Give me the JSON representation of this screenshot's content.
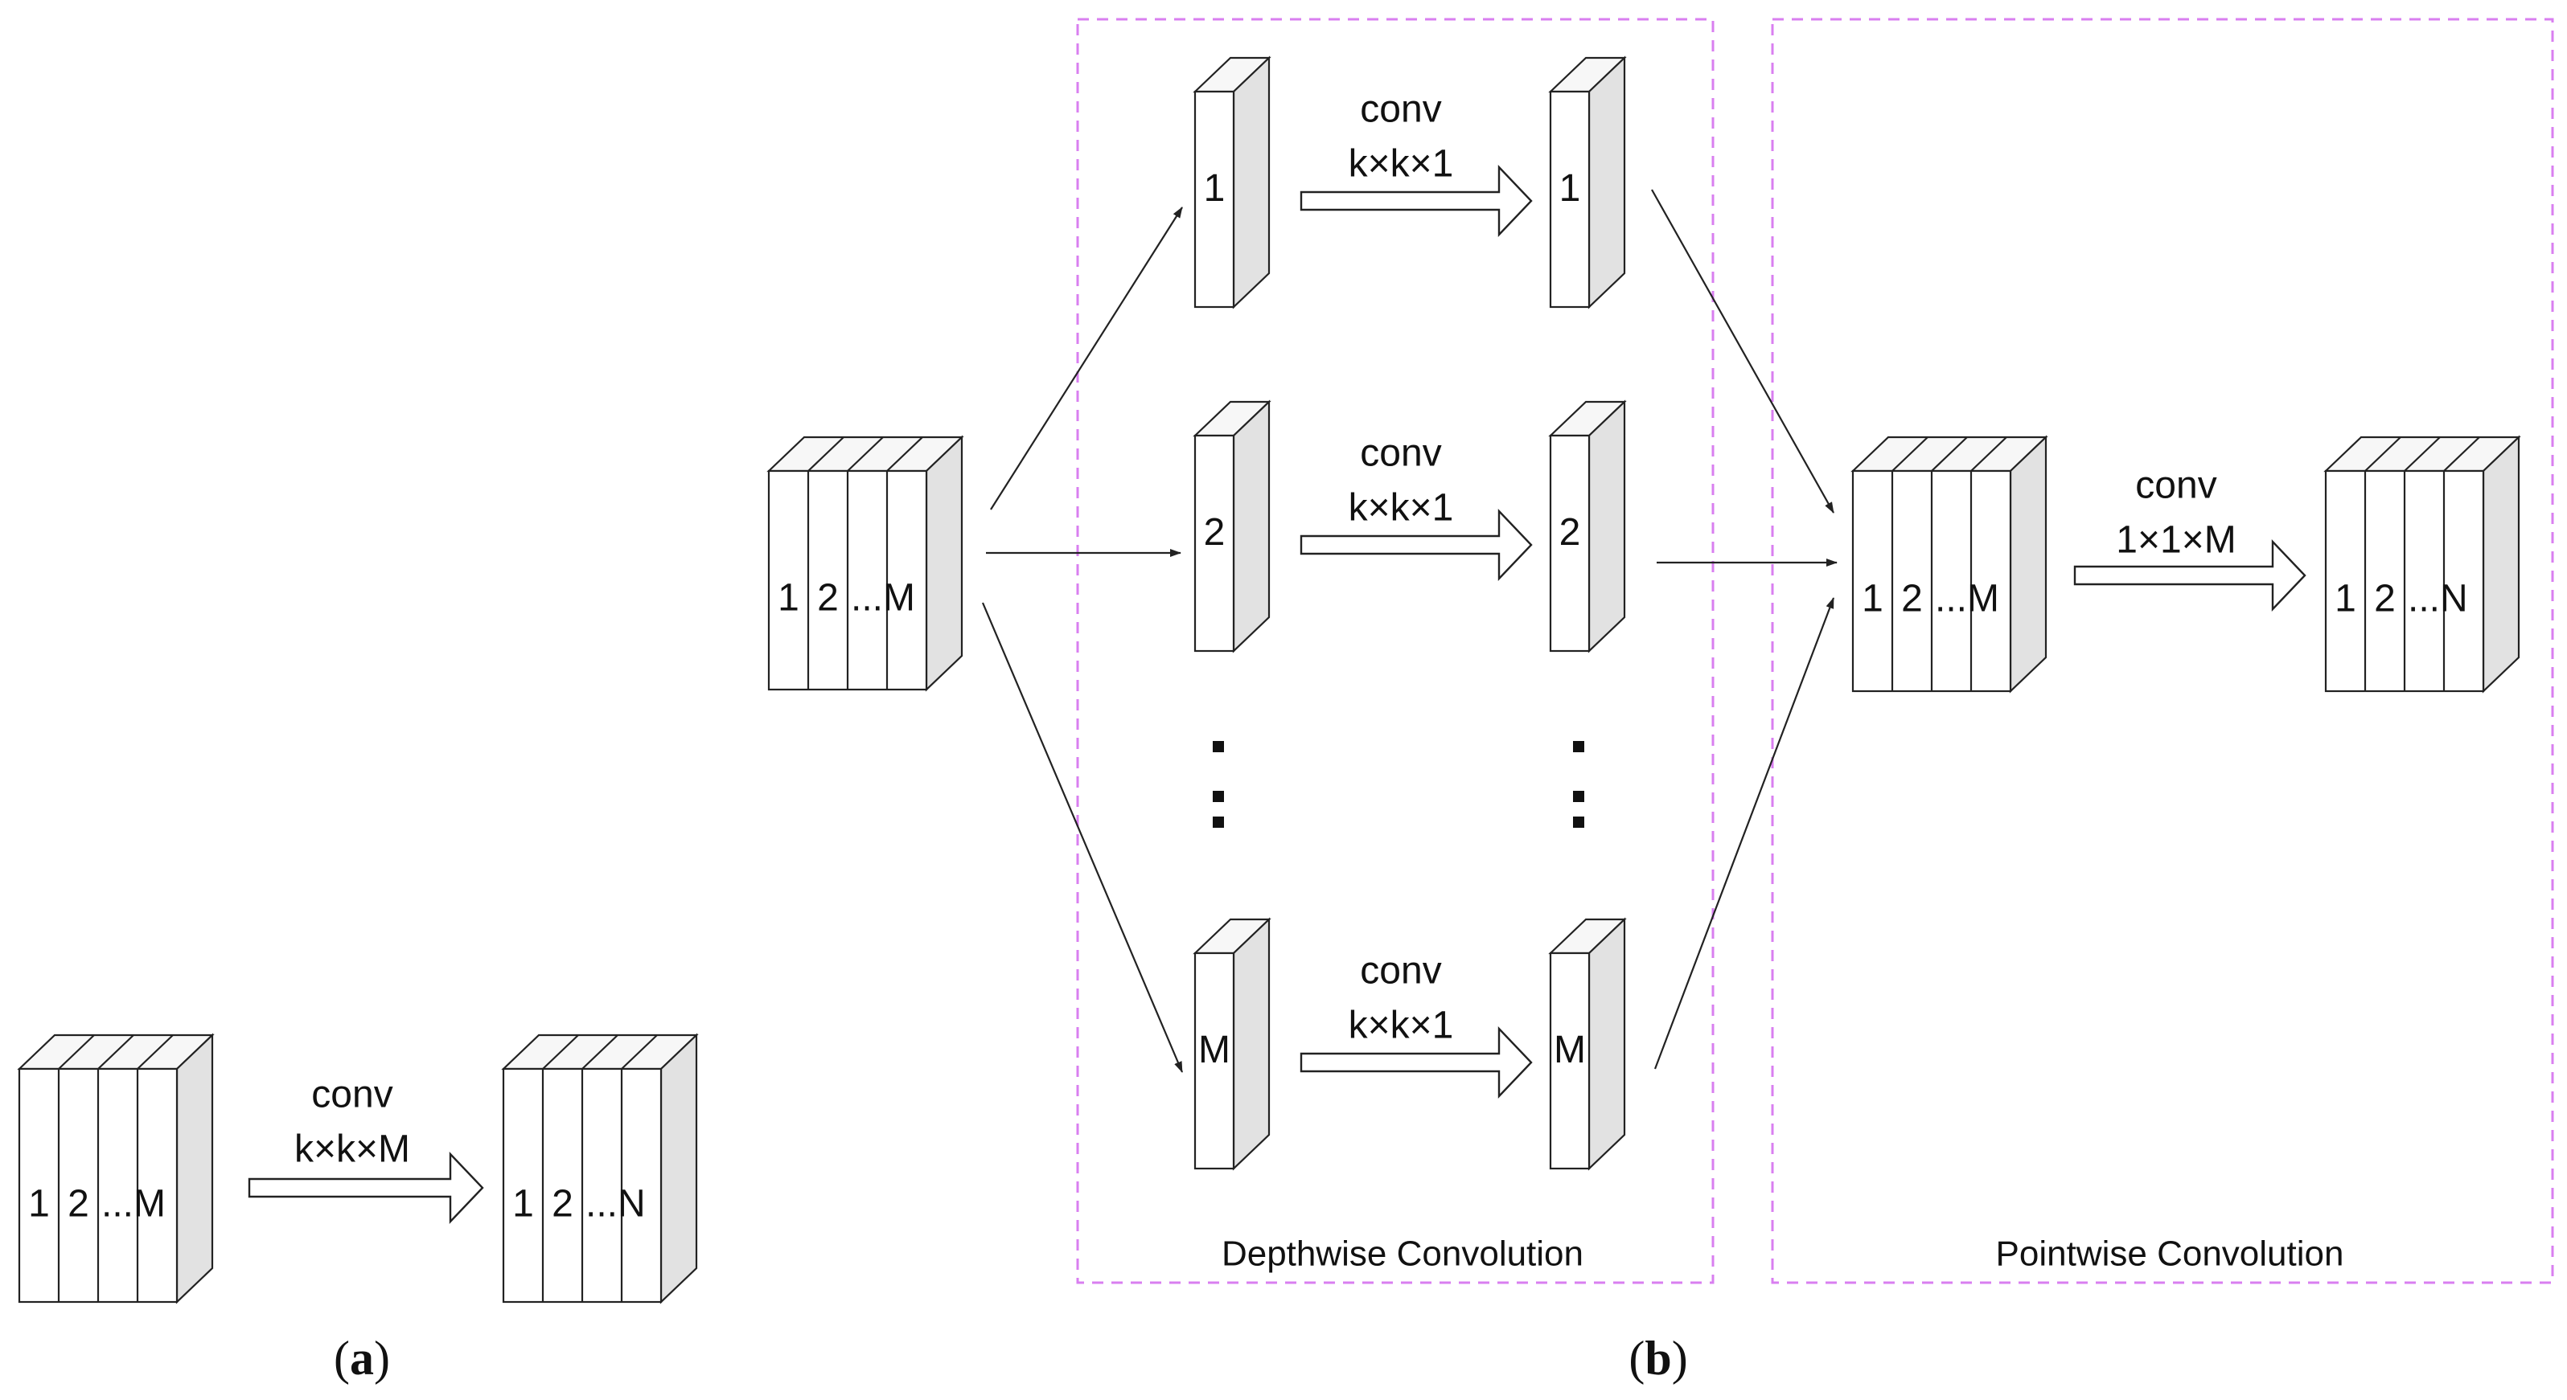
{
  "panel_a": {
    "input": {
      "labels": [
        "1",
        "2",
        "...M"
      ]
    },
    "op": {
      "line1": "conv",
      "line2": "k×k×M"
    },
    "output": {
      "labels": [
        "1",
        "2",
        "...N"
      ]
    },
    "caption": {
      "open": "(",
      "letter": "a",
      "close": ")"
    }
  },
  "panel_b": {
    "input": {
      "labels": [
        "1",
        "2",
        "...M"
      ]
    },
    "depthwise": {
      "title": "Depthwise Convolution",
      "rows": [
        {
          "in": "1",
          "op1": "conv",
          "op2": "k×k×1",
          "out": "1"
        },
        {
          "in": "2",
          "op1": "conv",
          "op2": "k×k×1",
          "out": "2"
        },
        {
          "in": "M",
          "op1": "conv",
          "op2": "k×k×1",
          "out": "M"
        }
      ]
    },
    "pointwise": {
      "title": "Pointwise Convolution",
      "input": {
        "labels": [
          "1",
          "2",
          "...M"
        ]
      },
      "op": {
        "line1": "conv",
        "line2": "1×1×M"
      },
      "output": {
        "labels": [
          "1",
          "2",
          "...N"
        ]
      }
    },
    "caption": {
      "open": "(",
      "letter": "b",
      "close": ")"
    }
  },
  "colors": {
    "box_border": "#d97ff0",
    "side_face": "#e2e2e2",
    "stroke": "#222222"
  }
}
